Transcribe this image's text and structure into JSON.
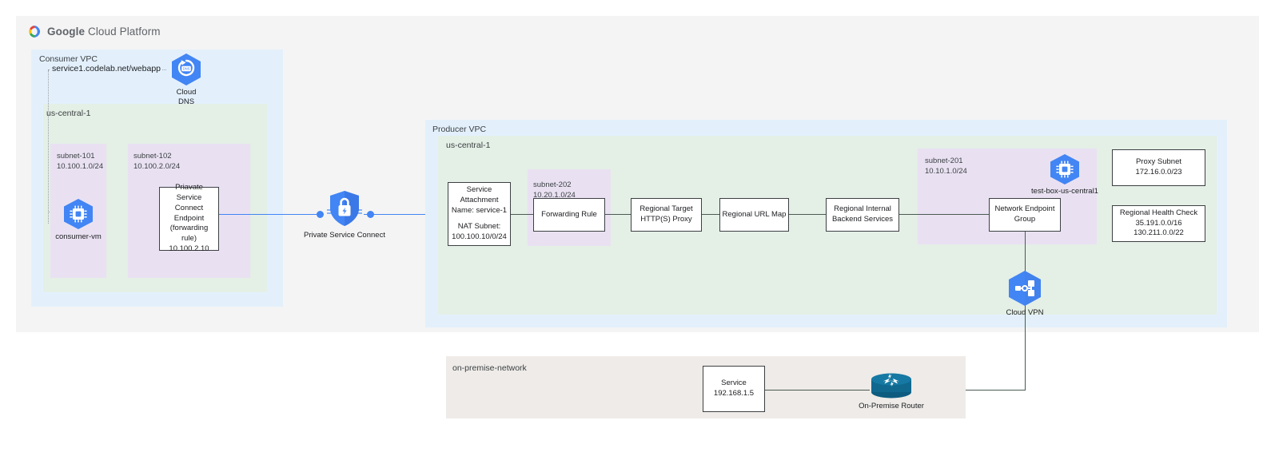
{
  "header": {
    "logo_name": "google-cloud-platform-logo",
    "brand_strong": "Google",
    "brand_rest": "Cloud Platform"
  },
  "consumer_vpc": {
    "label": "Consumer VPC",
    "region_label": "us-central-1",
    "dns_record": "service1.codelab.net/webapp",
    "cloud_dns": {
      "line1": "Cloud",
      "line2": "DNS"
    },
    "subnet_101": {
      "name": "subnet-101",
      "cidr": "10.100.1.0/24"
    },
    "subnet_102": {
      "name": "subnet-102",
      "cidr": "10.100.2.0/24"
    },
    "consumer_vm_label": "consumer-vm",
    "psc_endpoint": {
      "line1": "Priavate Service",
      "line2": "Connect Endpoint",
      "line3": "(forwarding rule)",
      "line4": "10.100.2.10"
    }
  },
  "private_service_connect": {
    "label": "Private Service Connect"
  },
  "producer_vpc": {
    "label": "Producer VPC",
    "region_label": "us-central-1",
    "service_attachment": {
      "line1": "Service",
      "line2": "Attachment",
      "line3": "Name: service-1",
      "line4": "NAT Subnet:",
      "line5": "100.100.10/0/24"
    },
    "subnet_202": {
      "name": "subnet-202",
      "cidr": "10.20.1.0/24"
    },
    "forwarding_rule": "Forwarding Rule",
    "target_proxy": {
      "line1": "Regional Target",
      "line2": "HTTP(S) Proxy"
    },
    "url_map": "Regional URL Map",
    "backend_services": {
      "line1": "Regional Internal",
      "line2": "Backend Services"
    },
    "subnet_201": {
      "name": "subnet-201",
      "cidr": "10.10.1.0/24"
    },
    "test_box_label": "test-box-us-central1",
    "network_endpoint_group": {
      "line1": "Network Endpoint",
      "line2": "Group"
    },
    "proxy_subnet": {
      "line1": "Proxy Subnet",
      "line2": "172.16.0.0/23"
    },
    "health_check": {
      "line1": "Regional Health Check",
      "line2": "35.191.0.0/16",
      "line3": "130.211.0.0/22"
    }
  },
  "cloud_vpn": {
    "label": "Cloud VPN"
  },
  "on_premise": {
    "label": "on-premise-network",
    "service": {
      "line1": "Service",
      "line2": "192.168.1.5"
    },
    "router_label": "On-Premise Router"
  },
  "colors": {
    "gcp_panel": "#f4f4f4",
    "vpc_blue": "#e3f0fc",
    "region_green": "#e4efe6",
    "subnet_purple": "#e9e1f2",
    "onprem_gray": "#eeebe8",
    "gcp_icon_blue": "#4285f4",
    "router_teal": "#10688f",
    "line_gray": "#4a5a52"
  }
}
